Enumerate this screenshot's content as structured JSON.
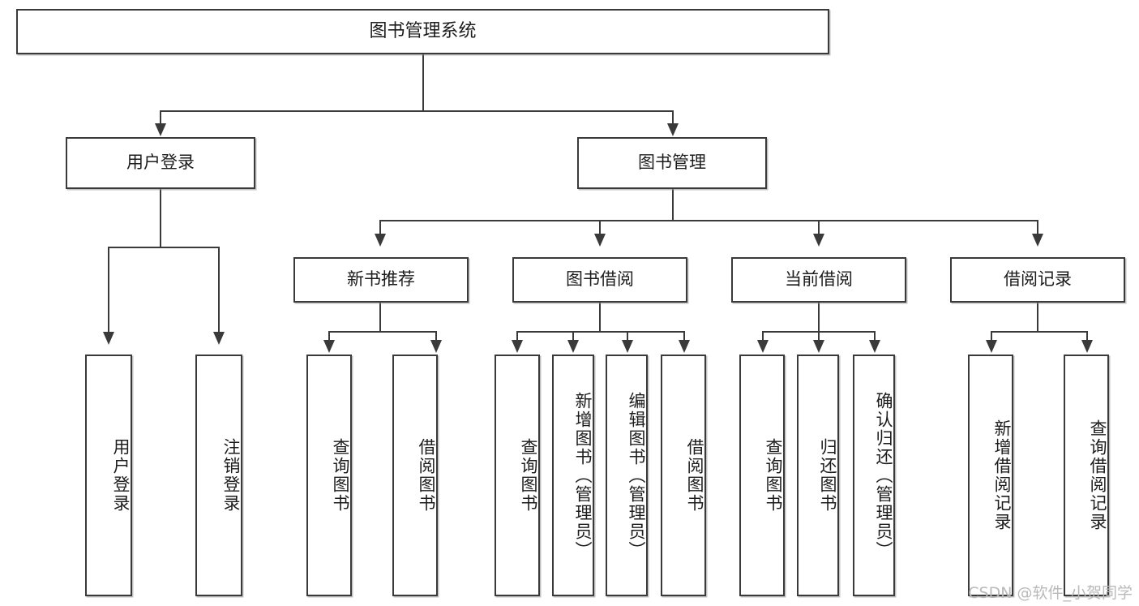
{
  "diagram": {
    "title": "图书管理系统",
    "type": "function-structure-tree",
    "root": {
      "label": "图书管理系统"
    },
    "level2": [
      {
        "label": "用户登录"
      },
      {
        "label": "图书管理"
      }
    ],
    "level3": [
      {
        "label": "新书推荐"
      },
      {
        "label": "图书借阅"
      },
      {
        "label": "当前借阅"
      },
      {
        "label": "借阅记录"
      }
    ],
    "leaves": [
      {
        "label": "用户登录"
      },
      {
        "label": "注销登录"
      },
      {
        "label": "查询图书"
      },
      {
        "label": "借阅图书"
      },
      {
        "label": "查询图书"
      },
      {
        "label": "新增图书（管理员）"
      },
      {
        "label": "编辑图书（管理员）"
      },
      {
        "label": "借阅图书"
      },
      {
        "label": "查询图书"
      },
      {
        "label": "归还图书"
      },
      {
        "label": "确认归还（管理员）"
      },
      {
        "label": "新增借阅记录"
      },
      {
        "label": "查询借阅记录"
      }
    ]
  },
  "watermark": {
    "text": "CSDN @软件_小贺同学"
  },
  "colors": {
    "stroke": "#3a3a3a",
    "fill": "#ffffff",
    "text": "#1c1c1c",
    "watermark": "#b9b9b9"
  }
}
